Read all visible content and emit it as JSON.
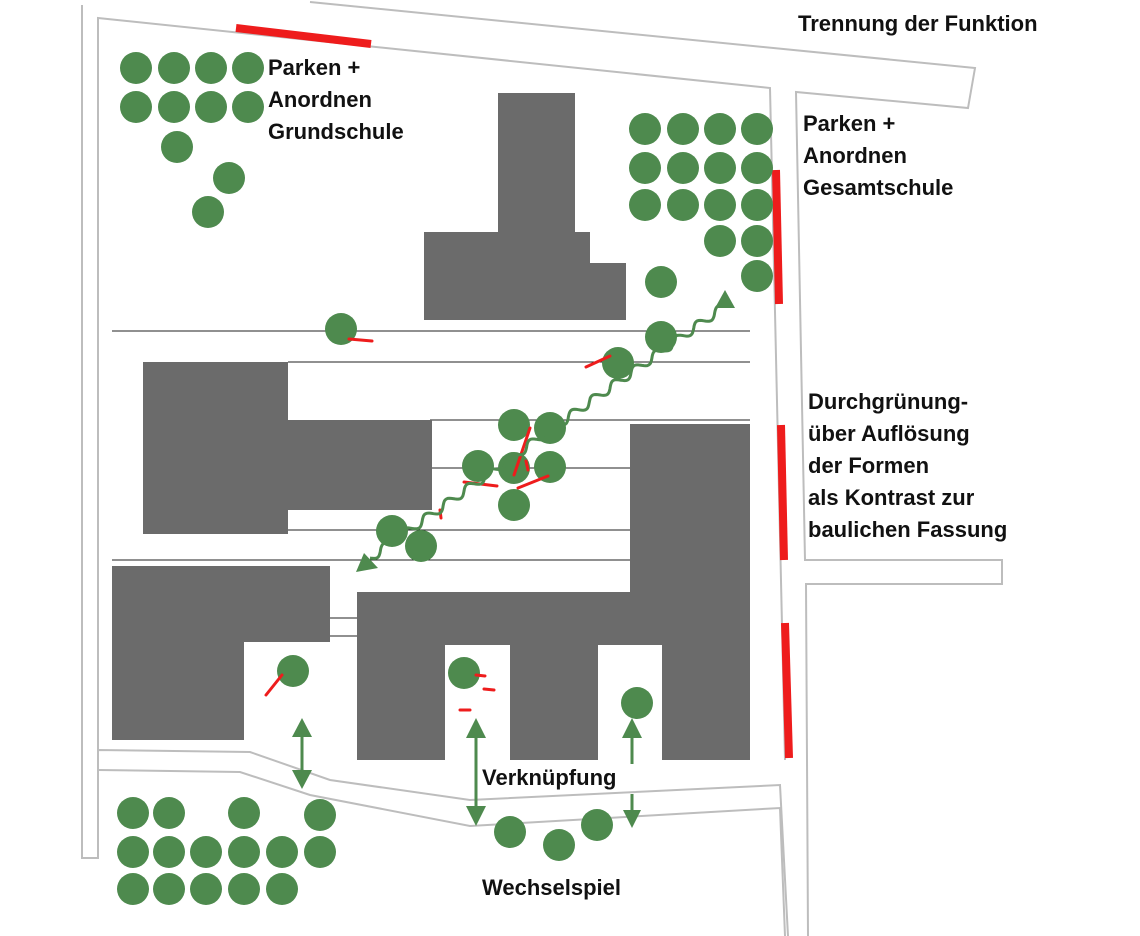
{
  "labels": {
    "separation": "Trennung der Funktion",
    "primary_school": [
      "Parken +",
      "Anordnen",
      "Grundschule"
    ],
    "comprehensive_school": [
      "Parken +",
      "Anordnen",
      "Gesamtschule"
    ],
    "greening": [
      "Durchgrünung-",
      "über Auflösung",
      "der Formen",
      "als Kontrast zur",
      "baulichen Fassung"
    ],
    "linking": "Verknüpfung",
    "interplay": "Wechselspiel"
  },
  "colors": {
    "building": "#6b6b6b",
    "tree": "#4e8a4e",
    "tree_dark": "#3f7a3f",
    "accent_red": "#ee1c1c",
    "road_line": "#bdbdbd",
    "text": "#111111"
  },
  "icons": {
    "tree": "tree-icon",
    "arrow": "double-arrow-icon",
    "path": "wavy-path-arrow-icon"
  }
}
